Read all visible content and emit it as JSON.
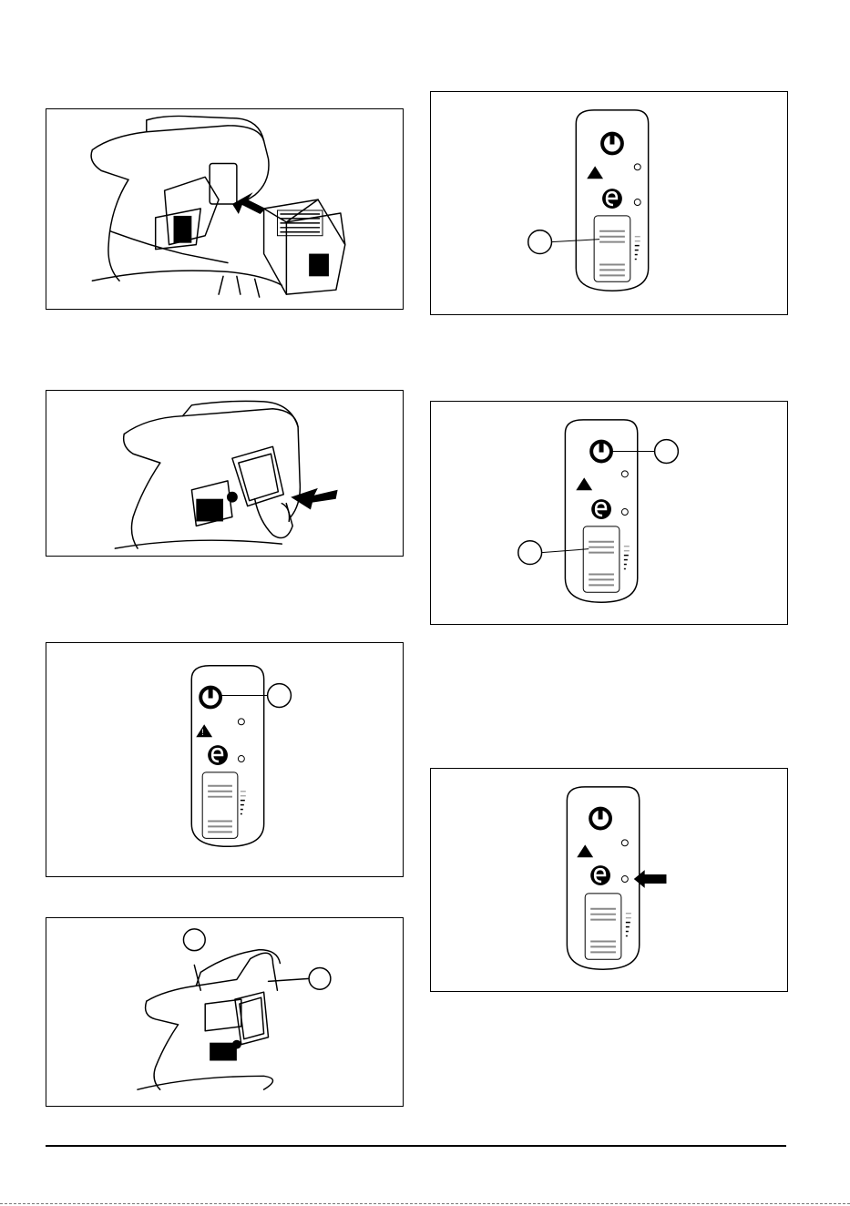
{
  "figures": [
    {
      "id": "battery-insertion",
      "callouts": []
    },
    {
      "id": "battery-cover-closing",
      "callouts": []
    },
    {
      "id": "panel-power-callout",
      "callouts": [
        ""
      ]
    },
    {
      "id": "handles-callout",
      "callouts": [
        "",
        ""
      ]
    },
    {
      "id": "panel-indicator-callout",
      "callouts": [
        ""
      ]
    },
    {
      "id": "panel-power-indicator-callouts",
      "callouts": [
        "",
        ""
      ]
    },
    {
      "id": "panel-eco-led-arrow",
      "callouts": []
    }
  ],
  "icons": {
    "power": "power-icon",
    "warning": "warning-triangle-icon",
    "eco": "eco-mode-icon",
    "battery": "battery-level-icon",
    "arrow": "arrow-icon"
  }
}
